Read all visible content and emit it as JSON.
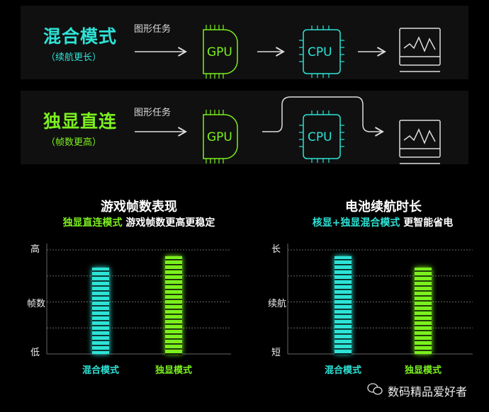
{
  "flows": [
    {
      "mode": "混合模式",
      "sub": "（续航更长）",
      "task": "图形任务",
      "gpu": "GPU",
      "cpu": "CPU",
      "color": "#2de3d6"
    },
    {
      "mode": "独显直连",
      "sub": "（帧数更高）",
      "task": "图形任务",
      "gpu": "GPU",
      "cpu": "CPU",
      "color": "#7bf01e"
    }
  ],
  "chart_data": [
    {
      "type": "bar",
      "title": "游戏帧数表现",
      "subtitle_highlight": "独显直连模式",
      "subtitle_rest": " 游戏帧数更高更稳定",
      "ylabels": [
        "高",
        "帧数",
        "低"
      ],
      "categories": [
        "混合模式",
        "独显模式"
      ],
      "values": [
        83,
        94
      ],
      "ylim": [
        0,
        100
      ],
      "colors": [
        "#2de3d6",
        "#7bf01e"
      ],
      "grid": true
    },
    {
      "type": "bar",
      "title": "电池续航时长",
      "subtitle_highlight": "核显+独显混合模式",
      "subtitle_rest": " 更智能省电",
      "ylabels": [
        "长",
        "续航",
        "短"
      ],
      "categories": [
        "混合模式",
        "独显模式"
      ],
      "values": [
        94,
        83
      ],
      "ylim": [
        0,
        100
      ],
      "colors": [
        "#2de3d6",
        "#7bf01e"
      ],
      "grid": true
    }
  ],
  "watermark": "数码精品爱好者"
}
